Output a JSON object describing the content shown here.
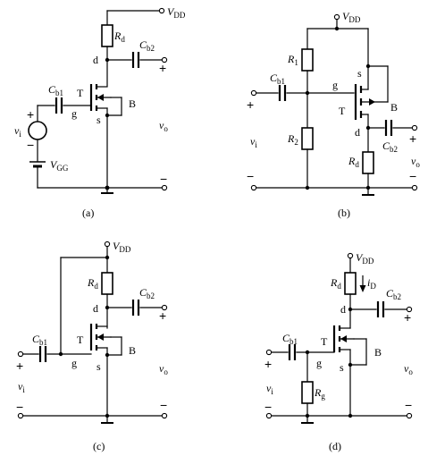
{
  "labels": {
    "vdd_v": "V",
    "vdd_sub": "DD",
    "rd_r": "R",
    "rd_sub": "d",
    "cb1_c": "C",
    "cb1_sub": "b1",
    "cb2_c": "C",
    "cb2_sub": "b2",
    "r1_r": "R",
    "r1_sub": "1",
    "r2_r": "R",
    "r2_sub": "2",
    "rg_r": "R",
    "rg_sub": "g",
    "vi_v": "v",
    "vi_sub": "i",
    "vo_v": "v",
    "vo_sub": "o",
    "vgg_v": "V",
    "vgg_sub": "GG",
    "id_i": "i",
    "id_sub": "D",
    "gate": "g",
    "drain": "d",
    "source": "s",
    "transistor": "T",
    "body": "B",
    "plus": "+",
    "minus": "−"
  },
  "captions": {
    "a": "(a)",
    "b": "(b)",
    "c": "(c)",
    "d": "(d)"
  }
}
